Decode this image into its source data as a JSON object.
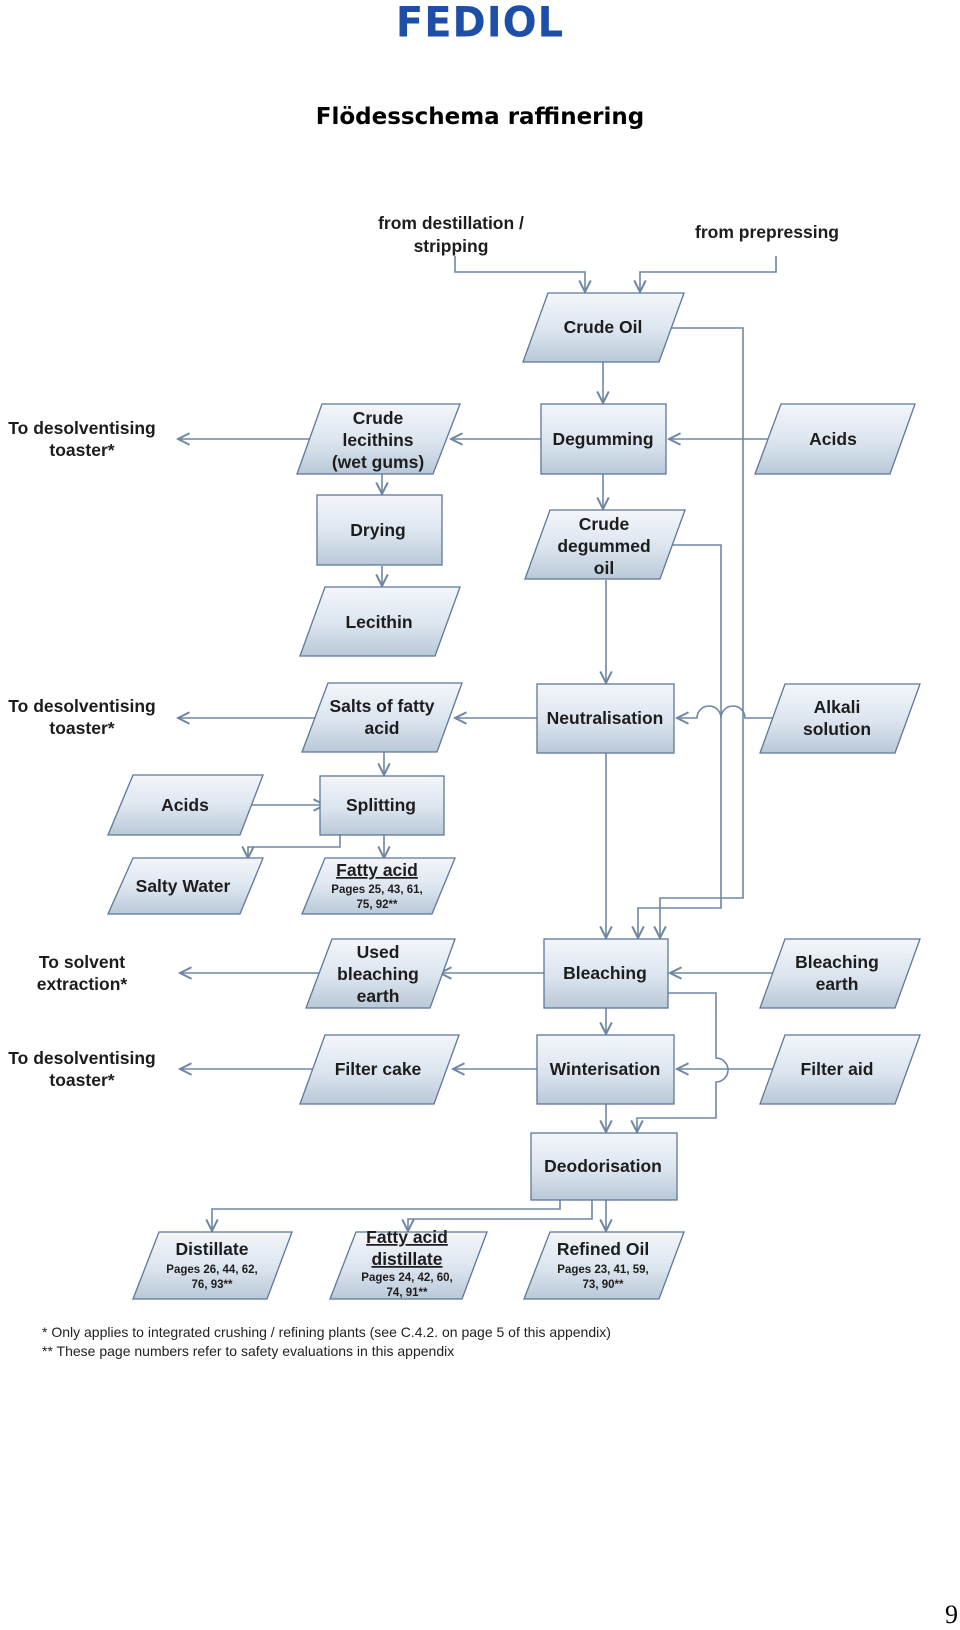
{
  "header": {
    "logo": "FEDIOL",
    "title": "Flödesschema raffinering",
    "page_number": "9"
  },
  "diagram": {
    "inputs": {
      "distillation": [
        "from destillation /",
        "stripping"
      ],
      "prepressing": "from prepressing"
    },
    "nodes": {
      "crude_oil": "Crude Oil",
      "degumming": "Degumming",
      "acids_right": "Acids",
      "crude_lecithins": [
        "Crude",
        "lecithins",
        "(wet gums)"
      ],
      "drying": "Drying",
      "lecithin": "Lecithin",
      "crude_degummed_oil": [
        "Crude",
        "degummed",
        "oil"
      ],
      "neutralisation": "Neutralisation",
      "alkali_solution": [
        "Alkali",
        "solution"
      ],
      "salts_fatty_acid": [
        "Salts of fatty",
        "acid"
      ],
      "acids_left": "Acids",
      "splitting": "Splitting",
      "salty_water": "Salty Water",
      "fatty_acid": "Fatty acid",
      "fatty_acid_pages": [
        "Pages 25, 43, 61,",
        "75, 92**"
      ],
      "used_bleaching_earth": [
        "Used",
        "bleaching",
        "earth"
      ],
      "bleaching": "Bleaching",
      "bleaching_earth": [
        "Bleaching",
        "earth"
      ],
      "filter_cake": "Filter cake",
      "winterisation": "Winterisation",
      "filter_aid": "Filter aid",
      "deodorisation": "Deodorisation",
      "distillate": "Distillate",
      "distillate_pages": [
        "Pages 26, 44, 62,",
        "76, 93**"
      ],
      "fatty_acid_distillate": [
        "Fatty acid",
        "distillate"
      ],
      "fatty_acid_distillate_pages": [
        "Pages 24, 42, 60,",
        "74, 91**"
      ],
      "refined_oil": "Refined Oil",
      "refined_oil_pages": [
        "Pages 23, 41, 59,",
        "73, 90**"
      ]
    },
    "outputs": {
      "to_toaster_1": [
        "To desolventising",
        "toaster*"
      ],
      "to_toaster_2": [
        "To desolventising",
        "toaster*"
      ],
      "to_solvent": [
        "To solvent",
        "extraction*"
      ],
      "to_toaster_3": [
        "To desolventising",
        "toaster*"
      ]
    },
    "notes": [
      "* Only applies to integrated crushing / refining plants (see C.4.2. on page 5 of this appendix)",
      "** These page numbers refer to safety evaluations in this appendix"
    ]
  }
}
